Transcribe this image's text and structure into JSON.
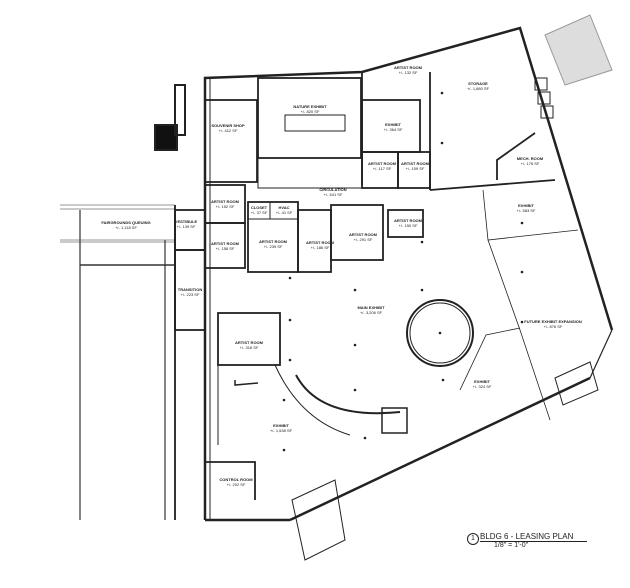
{
  "drawing": {
    "title": "BLDG 6 - LEASING PLAN",
    "scale": "1/8\" = 1'-0\"",
    "number": "1"
  },
  "rooms": [
    {
      "name": "Artist Room",
      "area": "+/- 132 SF"
    },
    {
      "name": "Storage",
      "area": "+/- 1,880 SF"
    },
    {
      "name": "Souvenir Shop",
      "area": "+/- 412 SF"
    },
    {
      "name": "Nature Exhibit",
      "area": "+/- 820 SF"
    },
    {
      "name": "Exhibit",
      "area": "+/- 364 SF"
    },
    {
      "name": "Artist Room",
      "area": "+/- 117 SF"
    },
    {
      "name": "Artist Room",
      "area": "+/- 109 SF"
    },
    {
      "name": "Mech. Room",
      "area": "+/- 176 SF"
    },
    {
      "name": "Circulation",
      "area": "+/- 541 SF"
    },
    {
      "name": "Artist Room",
      "area": "+/- 152 SF"
    },
    {
      "name": "Closet",
      "area": "+/- 37 SF"
    },
    {
      "name": "HVAC",
      "area": "+/- 41 SF"
    },
    {
      "name": "Fairgrounds Queuing",
      "area": "+/- 1,118 SF"
    },
    {
      "name": "Vestibule",
      "area": "+/- 139 SF"
    },
    {
      "name": "Artist Room",
      "area": "+/- 158 SF"
    },
    {
      "name": "Artist Room",
      "area": "+/- 239 SF"
    },
    {
      "name": "Artist Room",
      "area": "+/- 186 SF"
    },
    {
      "name": "Artist Room",
      "area": "+/- 291 SF"
    },
    {
      "name": "Artist Room",
      "area": "+/- 150 SF"
    },
    {
      "name": "Transition",
      "area": "+/- 223 SF"
    },
    {
      "name": "Main Exhibit",
      "area": "+/- 3,206 SF"
    },
    {
      "name": "Exhibit",
      "area": "+/- 583 SF"
    },
    {
      "name": "Future Exhibit Expansion",
      "area": "+/- 876 SF"
    },
    {
      "name": "Exhibit",
      "area": "+/- 324 SF"
    },
    {
      "name": "Artist Room",
      "area": "+/- 316 SF"
    },
    {
      "name": "Exhibit",
      "area": "+/- 1,538 SF"
    },
    {
      "name": "Control Room",
      "area": "+/- 202 SF"
    }
  ]
}
